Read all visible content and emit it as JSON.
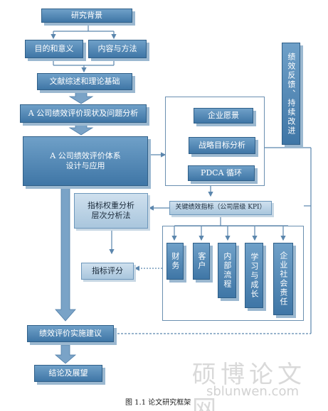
{
  "nodes": {
    "background": "研究背景",
    "purpose": "目的和意义",
    "content_method": "内容与方法",
    "literature": "文献综述和理论基础",
    "status_analysis": "A 公司绩效评价现状及问题分析",
    "system_design_l1": "A 公司绩效评价体系",
    "system_design_l2": "设计与应用",
    "vision": "企业愿景",
    "strategy": "战略目标分析",
    "pdca": "PDCA 循环",
    "feedback": "绩效反馈、持续改进",
    "kpi": "关键绩效指标（公司层级 KPI）",
    "weight_l1": "指标权重分析",
    "weight_l2": "层次分析法",
    "scoring": "指标评分",
    "finance": "财务",
    "customer": "客户",
    "internal": "内部流程",
    "learning": "学习与成长",
    "csr": "企业社会责任",
    "implementation": "绩效评价实施建议",
    "conclusion": "结论及展望"
  },
  "caption": "图 1.1  论文研究框架",
  "watermark": {
    "cn": "硕博论文网",
    "en": "sblunwen.com"
  },
  "colors": {
    "box": "#4f86b5",
    "light_box": "#b9d1e6",
    "line": "#5b86ad"
  }
}
